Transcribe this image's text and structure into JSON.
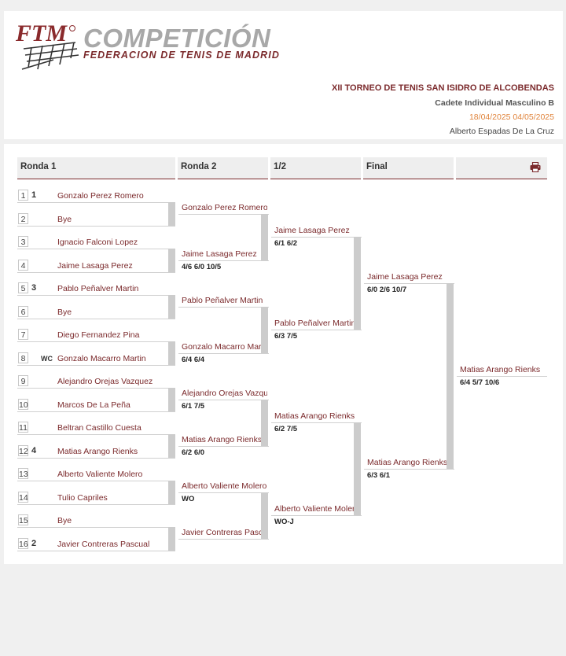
{
  "header": {
    "logo_text": "FTM",
    "logo_title": "COMPETICIÓN",
    "logo_subtitle": "FEDERACION DE TENIS DE MADRID",
    "tournament": "XII TORNEO DE TENIS SAN ISIDRO DE ALCOBENDAS",
    "category": "Cadete Individual Masculino B",
    "dates": "18/04/2025 04/05/2025",
    "referee": "Alberto Espadas De La Cruz",
    "brand_color": "#7b2a2c",
    "date_color": "#e0843c"
  },
  "columns": [
    "Ronda 1",
    "Ronda 2",
    "1/2",
    "Final",
    ""
  ],
  "print_icon": "printer-icon",
  "round1": [
    {
      "pos": "1",
      "seed": "1",
      "tag": "",
      "name": "Gonzalo Perez Romero"
    },
    {
      "pos": "2",
      "seed": "",
      "tag": "",
      "name": "Bye"
    },
    {
      "pos": "3",
      "seed": "",
      "tag": "",
      "name": "Ignacio Falconi Lopez"
    },
    {
      "pos": "4",
      "seed": "",
      "tag": "",
      "name": "Jaime Lasaga Perez"
    },
    {
      "pos": "5",
      "seed": "3",
      "tag": "",
      "name": "Pablo Peñalver Martin"
    },
    {
      "pos": "6",
      "seed": "",
      "tag": "",
      "name": "Bye"
    },
    {
      "pos": "7",
      "seed": "",
      "tag": "",
      "name": "Diego Fernandez Pina"
    },
    {
      "pos": "8",
      "seed": "",
      "tag": "WC",
      "name": "Gonzalo Macarro Martin"
    },
    {
      "pos": "9",
      "seed": "",
      "tag": "",
      "name": "Alejandro Orejas Vazquez"
    },
    {
      "pos": "10",
      "seed": "",
      "tag": "",
      "name": "Marcos De La Peña"
    },
    {
      "pos": "11",
      "seed": "",
      "tag": "",
      "name": "Beltran Castillo Cuesta"
    },
    {
      "pos": "12",
      "seed": "4",
      "tag": "",
      "name": "Matias Arango Rienks"
    },
    {
      "pos": "13",
      "seed": "",
      "tag": "",
      "name": "Alberto Valiente Molero"
    },
    {
      "pos": "14",
      "seed": "",
      "tag": "",
      "name": "Tulio Capriles"
    },
    {
      "pos": "15",
      "seed": "",
      "tag": "",
      "name": "Bye"
    },
    {
      "pos": "16",
      "seed": "2",
      "tag": "",
      "name": "Javier Contreras Pascual"
    }
  ],
  "round2": [
    {
      "name": "Gonzalo Perez Romero",
      "score": ""
    },
    {
      "name": "Jaime Lasaga Perez",
      "score": "4/6 6/0 10/5"
    },
    {
      "name": "Pablo Peñalver Martin",
      "score": ""
    },
    {
      "name": "Gonzalo Macarro Martin",
      "score": "6/4 6/4"
    },
    {
      "name": "Alejandro Orejas Vazque",
      "score": "6/1 7/5"
    },
    {
      "name": "Matias Arango Rienks",
      "score": "6/2 6/0"
    },
    {
      "name": "Alberto Valiente Molero",
      "score": "WO"
    },
    {
      "name": "Javier Contreras Pascua",
      "score": ""
    }
  ],
  "semis": [
    {
      "name": "Jaime Lasaga Perez",
      "score": "6/1 6/2"
    },
    {
      "name": "Pablo Peñalver Martin",
      "score": "6/3 7/5"
    },
    {
      "name": "Matias Arango Rienks",
      "score": "6/2 7/5"
    },
    {
      "name": "Alberto Valiente Molero",
      "score": "WO-J"
    }
  ],
  "final": [
    {
      "name": "Jaime Lasaga Perez",
      "score": "6/0 2/6 10/7"
    },
    {
      "name": "Matias Arango Rienks",
      "score": "6/3 6/1"
    }
  ],
  "champion": {
    "name": "Matias Arango Rienks",
    "score": "6/4 5/7 10/6"
  }
}
